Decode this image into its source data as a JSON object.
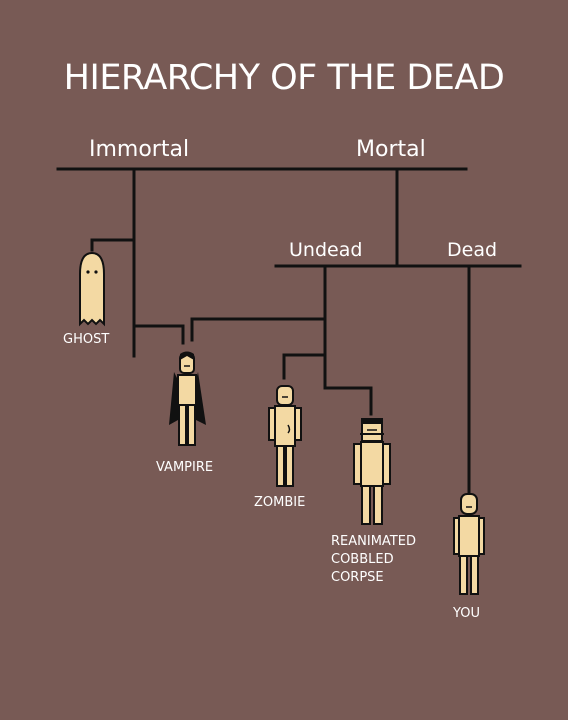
{
  "title": "HIERARCHY OF THE DEAD",
  "categories": {
    "immortal": "Immortal",
    "mortal": "Mortal",
    "undead": "Undead",
    "dead": "Dead"
  },
  "beings": {
    "ghost": "GHOST",
    "vampire": "VAMPIRE",
    "zombie": "ZOMBIE",
    "reanimated": [
      "REANIMATED",
      "COBBLED",
      "CORPSE"
    ],
    "you": "YOU"
  },
  "colors": {
    "background": "#785a55",
    "text": "#ffffff",
    "line": "#111111",
    "skin": "#f3d9a3"
  }
}
